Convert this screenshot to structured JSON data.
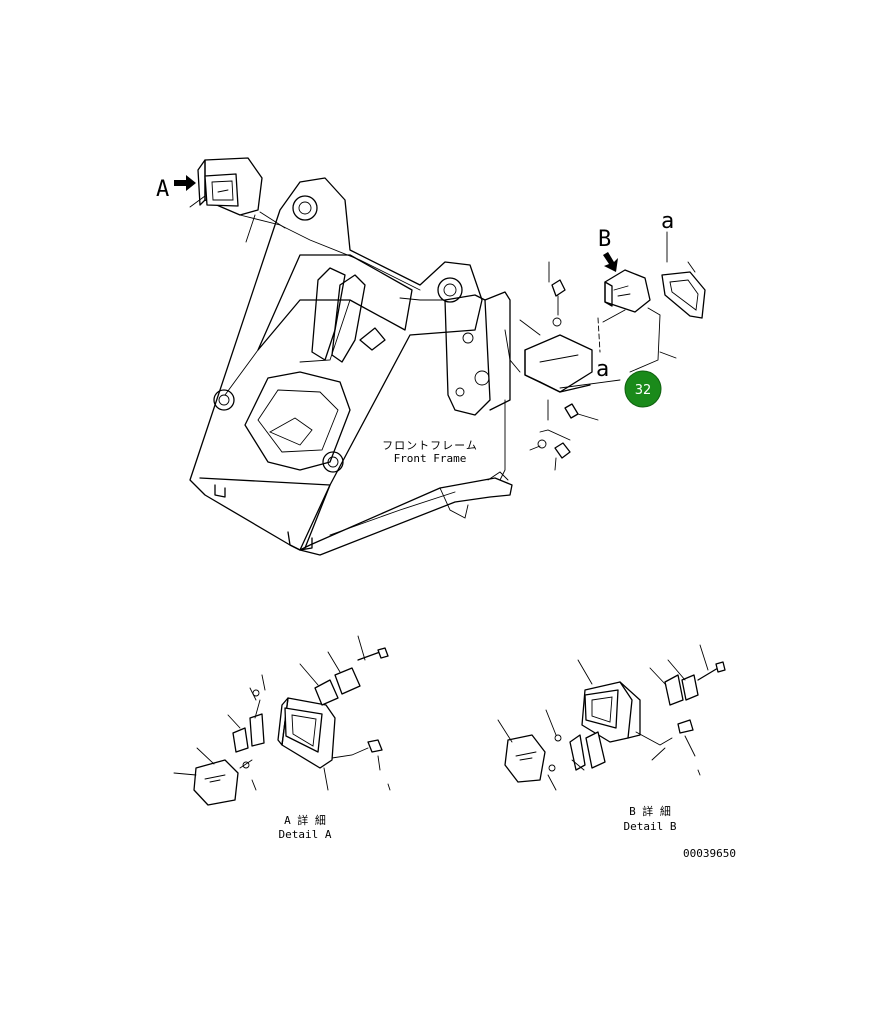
{
  "labels": {
    "view_a_marker": "A",
    "view_b_marker": "B",
    "section_a_top": "a",
    "section_a_mid": "a",
    "frame_jp": "フロントフレーム",
    "frame_en": "Front Frame",
    "detail_a_jp": "A 詳 細",
    "detail_a_en": "Detail A",
    "detail_b_jp": "B 詳 細",
    "detail_b_en": "Detail B",
    "drawing_number": "00039650"
  },
  "callout": {
    "number": "32",
    "color": "#1a8a1a",
    "text_color": "#ffffff"
  },
  "colors": {
    "line": "#000000",
    "background": "#ffffff"
  }
}
